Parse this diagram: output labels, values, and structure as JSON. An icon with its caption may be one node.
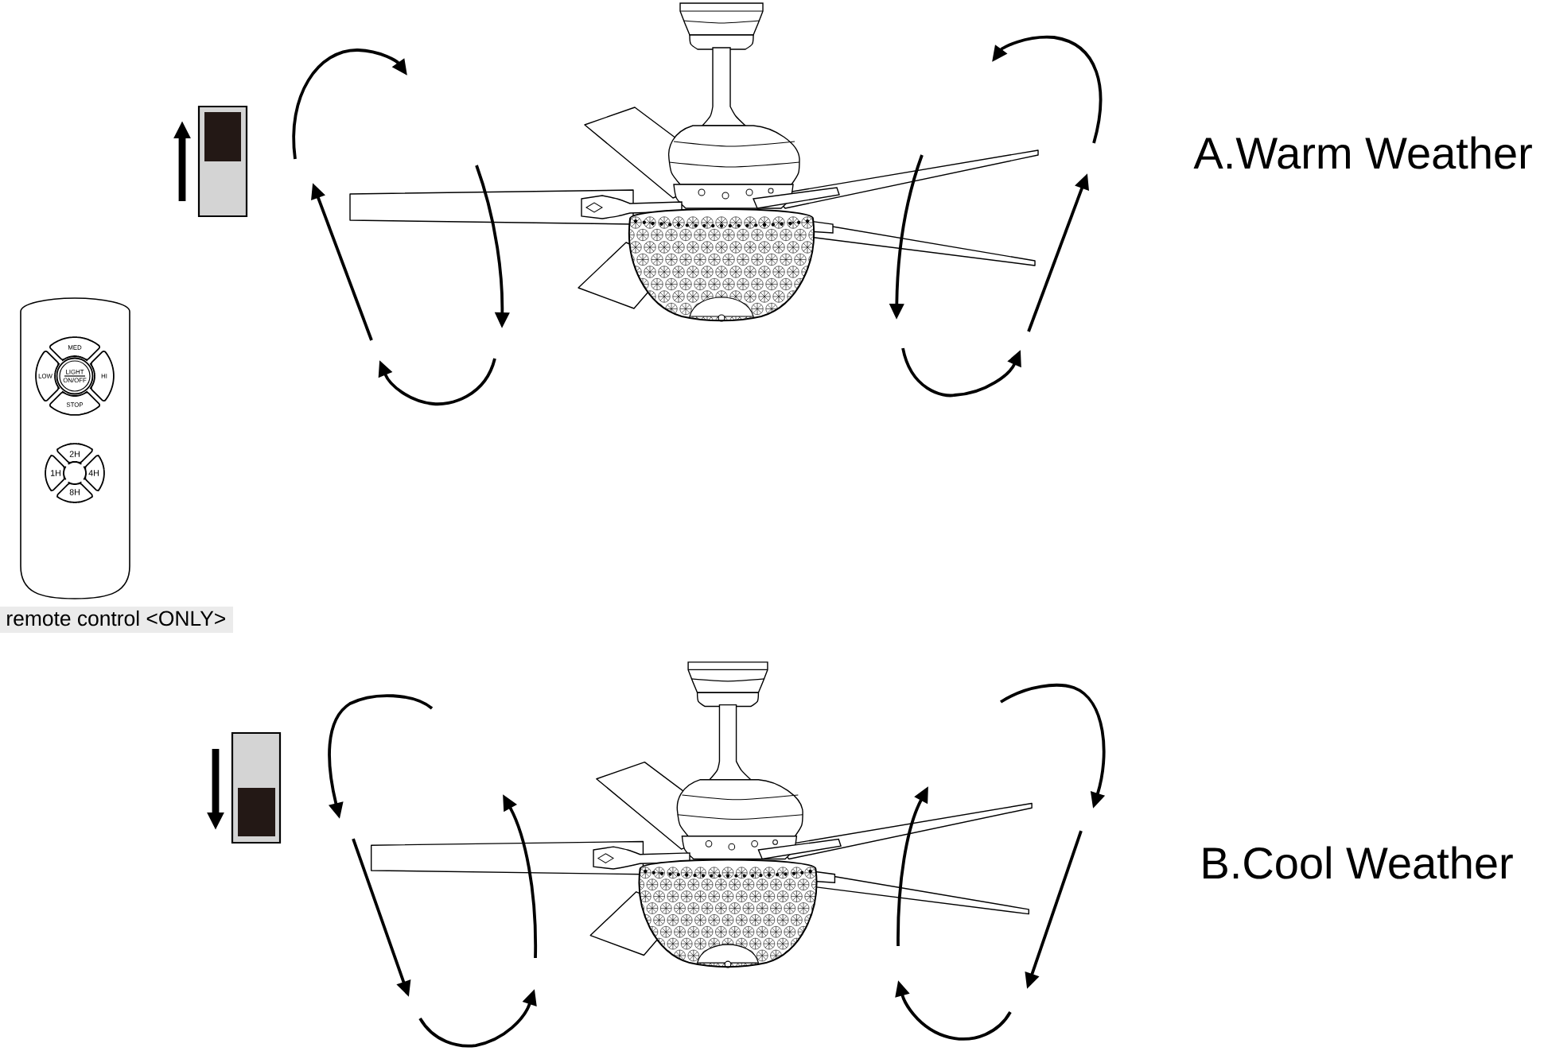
{
  "diagram": {
    "nodes": [
      {
        "text": [
          "MED"
        ]
      },
      {
        "text": [
          "LOW"
        ]
      },
      {
        "text": [
          "LIGHT",
          "ON/OFF"
        ]
      },
      {
        "text": [
          "HI"
        ]
      },
      {
        "text": [
          "STOP"
        ]
      },
      {
        "text": [
          "2H"
        ]
      },
      {
        "text": [
          "1H"
        ]
      },
      {
        "text": [
          "4H"
        ]
      },
      {
        "text": [
          "8H"
        ]
      }
    ],
    "labels": [
      "A.Warm Weather",
      "remote control <ONLY>",
      "B.Cool Weather"
    ]
  }
}
